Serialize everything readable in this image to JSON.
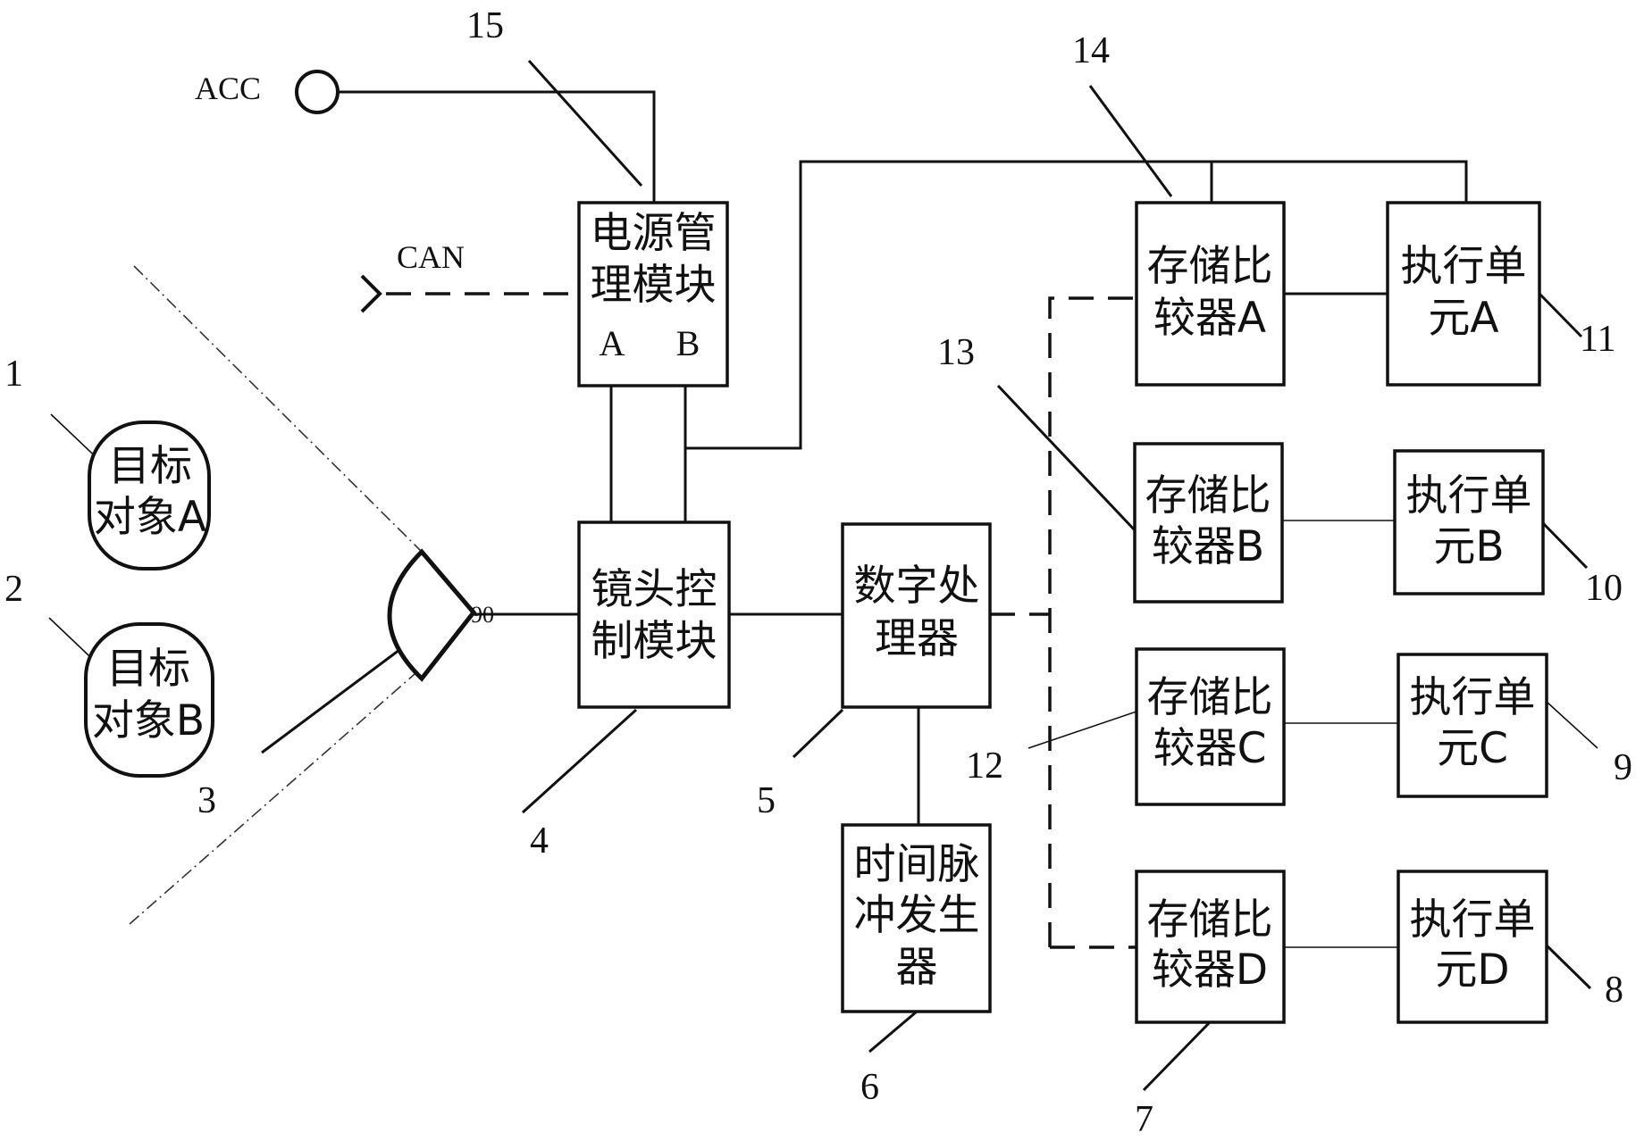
{
  "signals": {
    "acc": "ACC",
    "can": "CAN"
  },
  "power_module": {
    "lines": [
      "电源管",
      "理模块"
    ],
    "port_a": "A",
    "port_b": "B"
  },
  "lens_module": {
    "lines": [
      "镜头控",
      "制模块"
    ]
  },
  "dsp": {
    "lines": [
      "数字处",
      "理器"
    ]
  },
  "pulse_gen": {
    "lines": [
      "时间脉",
      "冲发生",
      "器"
    ]
  },
  "comparators": [
    {
      "lines": [
        "存储比",
        "较器A"
      ]
    },
    {
      "lines": [
        "存储比",
        "较器B"
      ]
    },
    {
      "lines": [
        "存储比",
        "较器C"
      ]
    },
    {
      "lines": [
        "存储比",
        "较器D"
      ]
    }
  ],
  "actuators": [
    {
      "lines": [
        "执行单",
        "元A"
      ]
    },
    {
      "lines": [
        "执行单",
        "元B"
      ]
    },
    {
      "lines": [
        "执行单",
        "元C"
      ]
    },
    {
      "lines": [
        "执行单",
        "元D"
      ]
    }
  ],
  "targets": [
    {
      "lines": [
        "目标",
        "对象A"
      ]
    },
    {
      "lines": [
        "目标",
        "对象B"
      ]
    }
  ],
  "camera_mark": "90",
  "ref_numbers": {
    "n1": "1",
    "n2": "2",
    "n3": "3",
    "n4": "4",
    "n5": "5",
    "n6": "6",
    "n7": "7",
    "n8": "8",
    "n9": "9",
    "n10": "10",
    "n11": "11",
    "n12": "12",
    "n13": "13",
    "n14": "14",
    "n15": "15"
  }
}
